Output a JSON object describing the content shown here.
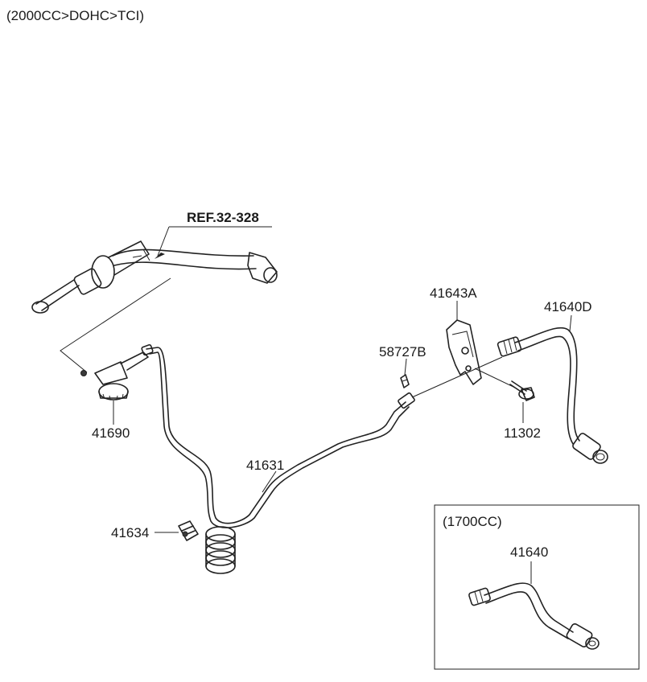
{
  "header": {
    "spec": "(2000CC>DOHC>TCI)"
  },
  "callouts": {
    "ref": "REF.32-328",
    "p41690": "41690",
    "p41631": "41631",
    "p41634": "41634",
    "p58727b": "58727B",
    "p41643a": "41643A",
    "p41640d": "41640D",
    "p11302": "11302"
  },
  "inset": {
    "title": "(1700CC)",
    "p41640": "41640"
  }
}
